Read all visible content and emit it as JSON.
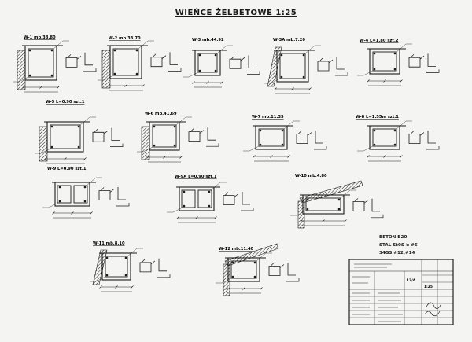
{
  "sheet": {
    "title": "WIEŃCE ŻELBETOWE 1:25"
  },
  "details": [
    {
      "id": "w1",
      "label": "W-1 mb.38.80"
    },
    {
      "id": "w2",
      "label": "W-2 mb.33.70"
    },
    {
      "id": "w3",
      "label": "W-3 mb.44.92"
    },
    {
      "id": "w3a",
      "label": "W-3A mb.7.20"
    },
    {
      "id": "w4",
      "label": "W-4 L=1.80 szt.2"
    },
    {
      "id": "w5",
      "label": "W-5 L=0.90 szt.1"
    },
    {
      "id": "w6",
      "label": "W-6 mb.41.69"
    },
    {
      "id": "w7",
      "label": "W-7 mb.11.35"
    },
    {
      "id": "w8",
      "label": "W-8 L=1.55m szt.1"
    },
    {
      "id": "w9",
      "label": "W-9 L=0.90 szt.1"
    },
    {
      "id": "w9a",
      "label": "W-9A L=0.90 szt.1"
    },
    {
      "id": "w10",
      "label": "W-10 mb.4.80"
    },
    {
      "id": "w11",
      "label": "W-11 mb.8.10"
    },
    {
      "id": "w12",
      "label": "W-12 mb.11.40"
    }
  ],
  "notes": {
    "concrete": "BETON B20",
    "steel": "STAL St0S-b #6",
    "rebar": "34GS #12,#14"
  },
  "title_block": {
    "scale": "1:25",
    "sheet_no": "12/A"
  }
}
